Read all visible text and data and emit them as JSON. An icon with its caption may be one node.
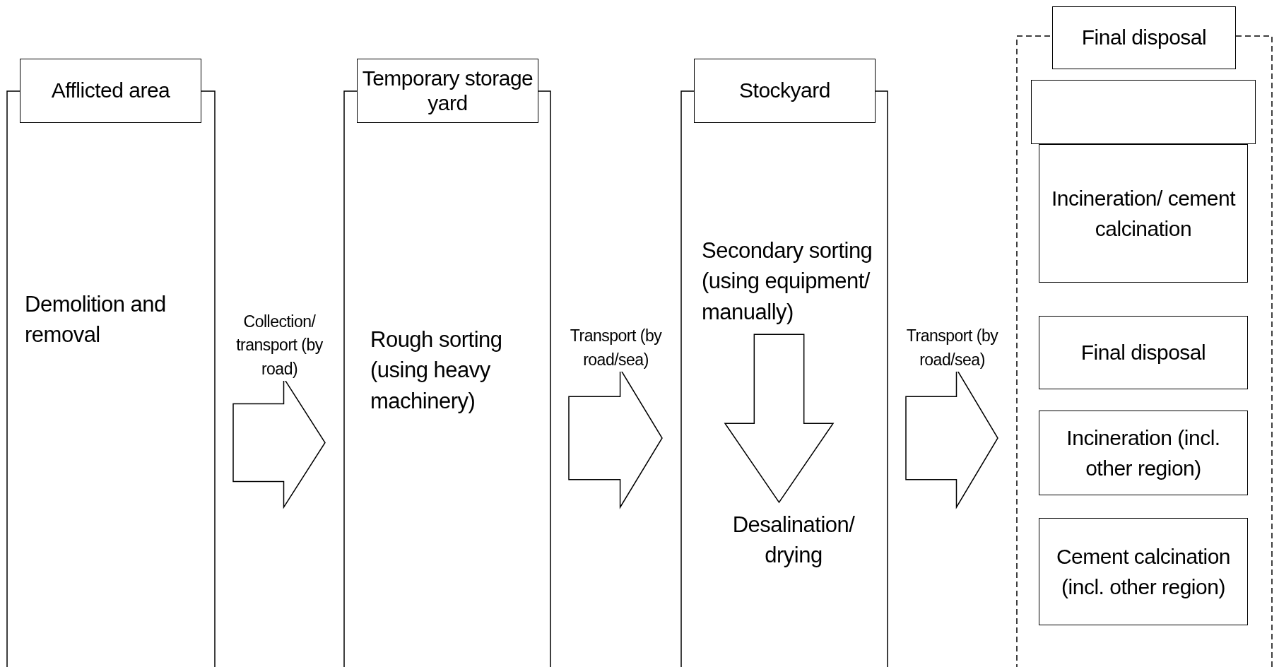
{
  "diagram": {
    "nodes": [
      {
        "text": [
          "Afflicted area",
          "Demolition and removal"
        ]
      },
      {
        "text": [
          "Temporary storage yard",
          "Rough sorting (using heavy machinery)"
        ]
      },
      {
        "text": [
          "Stockyard"
        ]
      },
      {
        "text": [
          "Secondary sorting (using equipment/ manually)"
        ],
        "in": 2
      },
      {
        "text": [
          "Desalination/ drying"
        ],
        "in": 2
      },
      {
        "text": [
          "Final disposal"
        ]
      },
      {
        "text": [],
        "shape": "box",
        "in": 5
      },
      {
        "text": [
          "Incineration/ cement calcination"
        ],
        "in": 5
      },
      {
        "text": [
          "Final disposal"
        ],
        "in": 5
      },
      {
        "text": [
          "Incineration (incl. other region)"
        ],
        "in": 5
      },
      {
        "text": [
          "Cement calcination (incl. other region)"
        ],
        "in": 5
      }
    ],
    "edges": [
      {
        "from": 0,
        "to": 1,
        "arrow": "to",
        "label": "Collection/ transport (by road)"
      },
      {
        "from": 1,
        "to": 2,
        "arrow": "to",
        "label": "Transport (by road/sea)"
      },
      {
        "from": 2,
        "to": 5,
        "arrow": "to",
        "label": "Transport (by road/sea)"
      },
      {
        "from": 3,
        "to": 4,
        "arrow": "to"
      }
    ]
  }
}
